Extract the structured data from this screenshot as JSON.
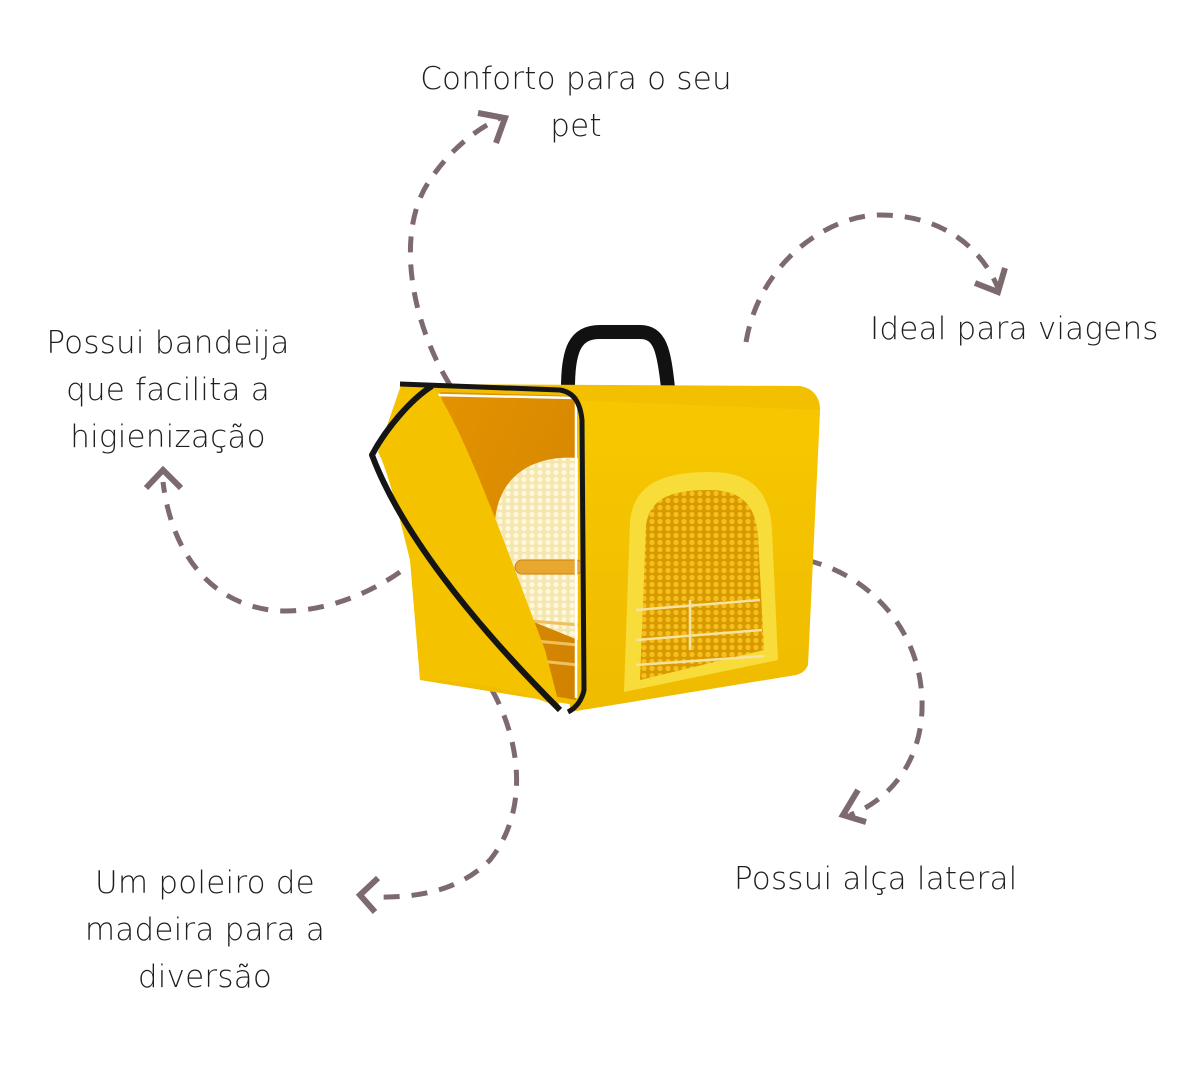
{
  "features": [
    {
      "id": "comfort",
      "lines": [
        "Conforto para o seu",
        "pet"
      ]
    },
    {
      "id": "travel",
      "lines": [
        "Ideal para viagens"
      ]
    },
    {
      "id": "tray",
      "lines": [
        "Possui bandeija",
        "que facilita a",
        "higienização"
      ]
    },
    {
      "id": "perch",
      "lines": [
        "Um poleiro de",
        "madeira para a",
        "diversão"
      ]
    },
    {
      "id": "handle",
      "lines": [
        "Possui alça lateral"
      ]
    }
  ],
  "product": {
    "name": "yellow-bird-transport-carrier",
    "colors": {
      "fabric": "#f5c400",
      "fabric_shadow": "#e0a800",
      "interior": "#e89a00",
      "zipper": "#1a1a1a",
      "handle": "#111111",
      "mesh": "#f7d84a",
      "wire": "#ffffff"
    }
  },
  "arrow_color": "#7d6a6e",
  "text_color": "#1e1e1e",
  "background": "#ffffff"
}
